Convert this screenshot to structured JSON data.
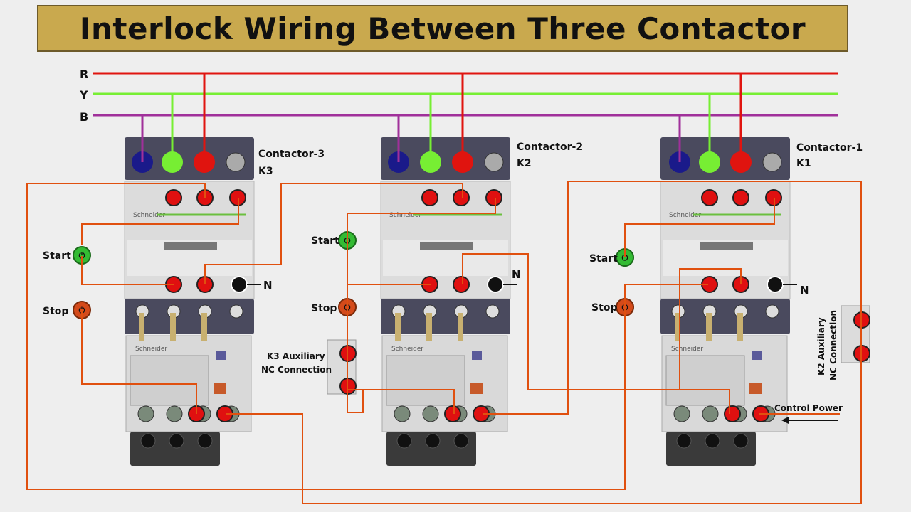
{
  "title": "Interlock Wiring Between Three Contactor",
  "phases": {
    "r": "R",
    "y": "Y",
    "b": "B"
  },
  "colors": {
    "r": "#e0140f",
    "y": "#77ee33",
    "b": "#a0309a",
    "control_wire": "#e0500f",
    "terminal": "#e01010",
    "title_bg": "#c9a94e"
  },
  "units": [
    {
      "name": "Contactor-3",
      "tag": "K3",
      "start": "Start",
      "stop": "Stop",
      "neutral": "N",
      "brand": "Schneider"
    },
    {
      "name": "Contactor-2",
      "tag": "K2",
      "start": "Start",
      "stop": "Stop",
      "neutral": "N",
      "brand": "Schneider"
    },
    {
      "name": "Contactor-1",
      "tag": "K1",
      "start": "Start",
      "stop": "Stop",
      "neutral": "N",
      "brand": "Schneider"
    }
  ],
  "aux": {
    "k3_line1": "K3 Auxiliary",
    "k3_line2": "NC Connection",
    "k2_line1": "K2 Auxiliary",
    "k2_line2": "NC Connection"
  },
  "control_power": "Control Power",
  "icons": {
    "start": "power-button-icon",
    "stop": "power-button-icon"
  }
}
